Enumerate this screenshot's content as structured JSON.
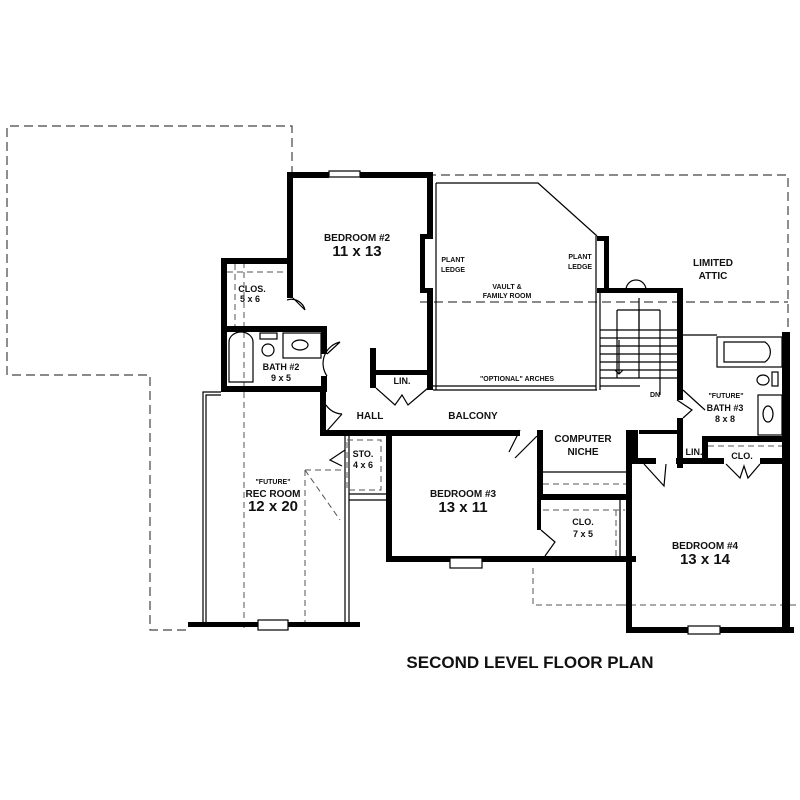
{
  "plan": {
    "title": "SECOND LEVEL FLOOR PLAN",
    "rooms": {
      "bedroom2": {
        "name": "BEDROOM #2",
        "size": "11 x 13"
      },
      "family_room": {
        "name_line1": "VAULT &",
        "name_line2": "FAMILY ROOM"
      },
      "plant_ledge_left": {
        "line1": "PLANT",
        "line2": "LEDGE"
      },
      "plant_ledge_right": {
        "line1": "PLANT",
        "line2": "LEDGE"
      },
      "limited_attic": {
        "line1": "LIMITED",
        "line2": "ATTIC"
      },
      "closet_bed2": {
        "name": "CLOS.",
        "size": "5 x 6"
      },
      "bath2": {
        "name": "BATH #2",
        "size": "9 x 5"
      },
      "linen_hall": {
        "name": "LIN."
      },
      "optional_arches": {
        "text": "\"OPTIONAL\" ARCHES"
      },
      "hall": {
        "name": "HALL"
      },
      "balcony": {
        "name": "BALCONY"
      },
      "stairs": {
        "label": "DN"
      },
      "bath3": {
        "note": "\"FUTURE\"",
        "name": "BATH #3",
        "size": "8 x 8"
      },
      "linen_bath3": {
        "name": "LIN."
      },
      "closet_bed4": {
        "name": "CLO."
      },
      "storage": {
        "name": "STO.",
        "size": "4 x 6"
      },
      "computer_niche": {
        "line1": "COMPUTER",
        "line2": "NICHE"
      },
      "rec_room": {
        "note": "\"FUTURE\"",
        "name": "REC ROOM",
        "size": "12 x 20"
      },
      "bedroom3": {
        "name": "BEDROOM #3",
        "size": "13 x 11"
      },
      "closet_bed3": {
        "name": "CLO.",
        "size": "7 x 5"
      },
      "bedroom4": {
        "name": "BEDROOM #4",
        "size": "13 x 14"
      }
    },
    "colors": {
      "walls": "#000000",
      "background": "#ffffff",
      "dashed_outline": "#444444"
    }
  }
}
